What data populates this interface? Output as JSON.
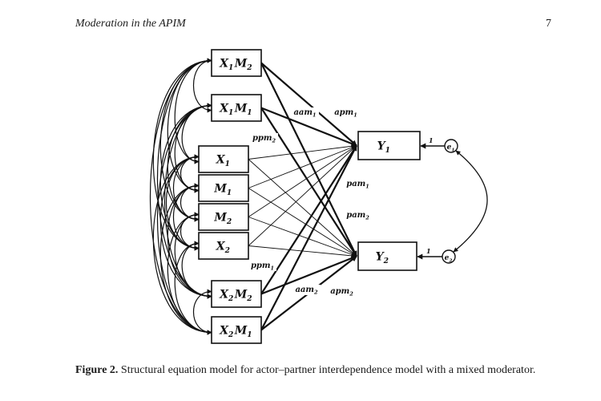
{
  "header": {
    "running_title": "Moderation in the APIM",
    "page_number": "7"
  },
  "diagram": {
    "predictors": [
      {
        "id": "x1m2",
        "base": "X",
        "sub": "1",
        "base2": "M",
        "sub2": "2"
      },
      {
        "id": "x1m1",
        "base": "X",
        "sub": "1",
        "base2": "M",
        "sub2": "1"
      },
      {
        "id": "x1",
        "base": "X",
        "sub": "1"
      },
      {
        "id": "m1",
        "base": "M",
        "sub": "1"
      },
      {
        "id": "m2",
        "base": "M",
        "sub": "2"
      },
      {
        "id": "x2",
        "base": "X",
        "sub": "2"
      },
      {
        "id": "x2m2",
        "base": "X",
        "sub": "2",
        "base2": "M",
        "sub2": "2"
      },
      {
        "id": "x2m1",
        "base": "X",
        "sub": "2",
        "base2": "M",
        "sub2": "1"
      }
    ],
    "outcomes": [
      {
        "id": "y1",
        "base": "Y",
        "sub": "1"
      },
      {
        "id": "y2",
        "base": "Y",
        "sub": "2"
      }
    ],
    "errors": [
      {
        "id": "e1",
        "base": "e",
        "sub": "1",
        "loading": "1"
      },
      {
        "id": "e2",
        "base": "e",
        "sub": "2",
        "loading": "1"
      }
    ],
    "path_labels": {
      "aam1": {
        "base": "aam",
        "sub": "1"
      },
      "apm1": {
        "base": "apm",
        "sub": "1"
      },
      "ppm2": {
        "base": "ppm",
        "sub": "2"
      },
      "pam1": {
        "base": "pam",
        "sub": "1"
      },
      "pam2": {
        "base": "pam",
        "sub": "2"
      },
      "ppm1": {
        "base": "ppm",
        "sub": "1"
      },
      "aam2": {
        "base": "aam",
        "sub": "2"
      },
      "apm2": {
        "base": "apm",
        "sub": "2"
      }
    }
  },
  "caption": {
    "label": "Figure 2.",
    "text": " Structural equation model for actor–partner interdependence model with a mixed moderator."
  }
}
